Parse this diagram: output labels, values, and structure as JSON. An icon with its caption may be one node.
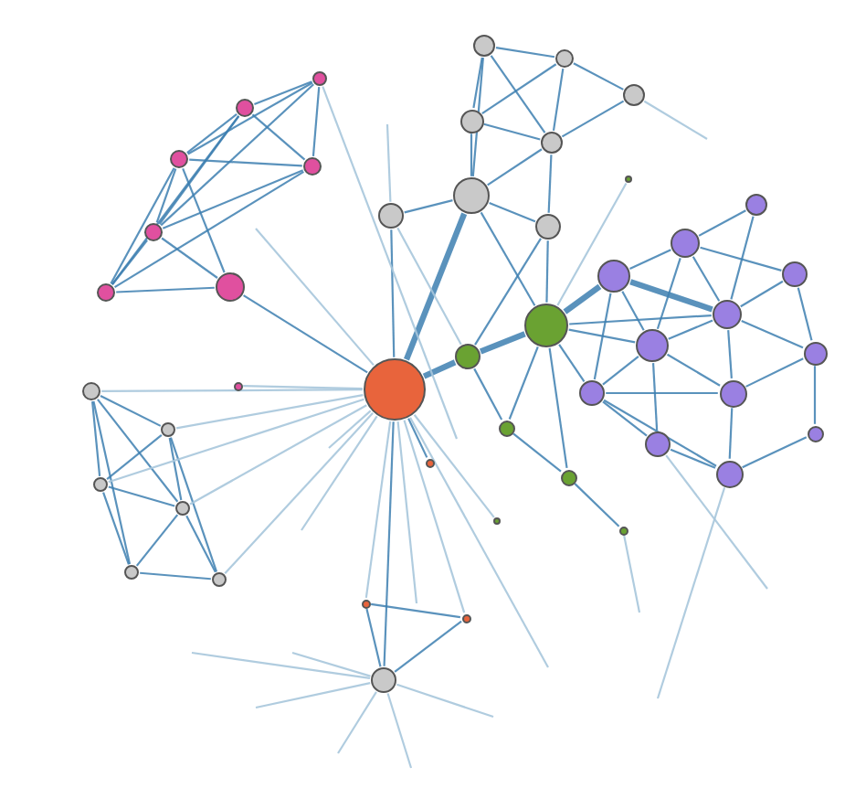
{
  "diagram": {
    "nodes": [
      {
        "text": [],
        "shape": "circle"
      },
      {
        "text": [],
        "shape": "circle"
      },
      {
        "text": [],
        "shape": "circle"
      },
      {
        "text": [],
        "shape": "circle"
      },
      {
        "text": [],
        "shape": "circle"
      },
      {
        "text": [],
        "shape": "circle"
      },
      {
        "text": [],
        "shape": "circle"
      },
      {
        "text": [],
        "shape": "circle"
      },
      {
        "text": [],
        "shape": "circle"
      },
      {
        "text": [],
        "shape": "circle"
      },
      {
        "text": [],
        "shape": "circle"
      },
      {
        "text": [],
        "shape": "circle"
      },
      {
        "text": [],
        "shape": "circle"
      },
      {
        "text": [],
        "shape": "circle"
      },
      {
        "text": [],
        "shape": "circle"
      },
      {
        "text": [],
        "shape": "circle"
      },
      {
        "text": [],
        "shape": "circle"
      },
      {
        "text": [],
        "shape": "circle"
      },
      {
        "text": [],
        "shape": "circle"
      },
      {
        "text": [],
        "shape": "circle"
      },
      {
        "text": [],
        "shape": "circle"
      },
      {
        "text": [],
        "shape": "circle"
      },
      {
        "text": [],
        "shape": "circle"
      },
      {
        "text": [],
        "shape": "circle"
      },
      {
        "text": [],
        "shape": "circle"
      },
      {
        "text": [],
        "shape": "circle"
      },
      {
        "text": [],
        "shape": "circle"
      },
      {
        "text": [],
        "shape": "circle"
      },
      {
        "text": [],
        "shape": "circle"
      },
      {
        "text": [],
        "shape": "circle"
      },
      {
        "text": [],
        "shape": "circle"
      },
      {
        "text": [],
        "shape": "circle"
      },
      {
        "text": [],
        "shape": "circle"
      },
      {
        "text": [],
        "shape": "circle"
      },
      {
        "text": [],
        "shape": "circle"
      },
      {
        "text": [],
        "shape": "circle"
      },
      {
        "text": [],
        "shape": "circle"
      },
      {
        "text": [],
        "shape": "circle"
      },
      {
        "text": [],
        "shape": "circle"
      },
      {
        "text": [],
        "shape": "circle"
      },
      {
        "text": [],
        "shape": "circle"
      },
      {
        "text": [],
        "shape": "circle"
      },
      {
        "text": [],
        "shape": "circle"
      },
      {
        "text": [],
        "shape": "circle"
      },
      {
        "text": [],
        "shape": "circle"
      },
      {
        "text": [],
        "shape": "circle"
      }
    ],
    "edges": [
      {
        "from": 0,
        "to": 1,
        "arrow": "none"
      },
      {
        "from": 0,
        "to": 2,
        "arrow": "none"
      },
      {
        "from": 0,
        "to": 3,
        "arrow": "none"
      },
      {
        "from": 0,
        "to": 4,
        "arrow": "none"
      },
      {
        "from": 1,
        "to": 2,
        "arrow": "none"
      },
      {
        "from": 1,
        "to": 3,
        "arrow": "none"
      },
      {
        "from": 1,
        "to": 4,
        "arrow": "none"
      },
      {
        "from": 1,
        "to": 5,
        "arrow": "none"
      },
      {
        "from": 2,
        "to": 3,
        "arrow": "none"
      },
      {
        "from": 2,
        "to": 4,
        "arrow": "none"
      },
      {
        "from": 2,
        "to": 5,
        "arrow": "none"
      },
      {
        "from": 3,
        "to": 4,
        "arrow": "none"
      },
      {
        "from": 3,
        "to": 5,
        "arrow": "none"
      },
      {
        "from": 4,
        "to": 5,
        "arrow": "none"
      },
      {
        "from": 4,
        "to": 6,
        "arrow": "none"
      },
      {
        "from": 5,
        "to": 6,
        "arrow": "none"
      },
      {
        "from": 2,
        "to": 6,
        "arrow": "none"
      },
      {
        "from": 6,
        "to": 14,
        "arrow": "none"
      },
      {
        "from": 7,
        "to": 14,
        "arrow": "none",
        "color": "#a7c7dc"
      },
      {
        "from": 8,
        "to": 9,
        "arrow": "none"
      },
      {
        "from": 8,
        "to": 10,
        "arrow": "none"
      },
      {
        "from": 8,
        "to": 11,
        "arrow": "none"
      },
      {
        "from": 8,
        "to": 12,
        "arrow": "none"
      },
      {
        "from": 9,
        "to": 10,
        "arrow": "none"
      },
      {
        "from": 9,
        "to": 11,
        "arrow": "none"
      },
      {
        "from": 9,
        "to": 13,
        "arrow": "none"
      },
      {
        "from": 10,
        "to": 11,
        "arrow": "none"
      },
      {
        "from": 10,
        "to": 12,
        "arrow": "none"
      },
      {
        "from": 11,
        "to": 12,
        "arrow": "none"
      },
      {
        "from": 11,
        "to": 13,
        "arrow": "none"
      },
      {
        "from": 12,
        "to": 13,
        "arrow": "none"
      },
      {
        "from": 8,
        "to": 14,
        "arrow": "none",
        "color": "#a7c7dc"
      },
      {
        "from": 9,
        "to": 14,
        "arrow": "none",
        "color": "#a7c7dc"
      },
      {
        "from": 10,
        "to": 14,
        "arrow": "none",
        "color": "#a7c7dc"
      },
      {
        "from": 11,
        "to": 14,
        "arrow": "none",
        "color": "#a7c7dc"
      },
      {
        "from": 13,
        "to": 14,
        "arrow": "none",
        "color": "#a7c7dc"
      },
      {
        "from": 22,
        "to": 23,
        "arrow": "none"
      },
      {
        "from": 22,
        "to": 25,
        "arrow": "none"
      },
      {
        "from": 22,
        "to": 26,
        "arrow": "none"
      },
      {
        "from": 22,
        "to": 27,
        "arrow": "none"
      },
      {
        "from": 23,
        "to": 24,
        "arrow": "none"
      },
      {
        "from": 23,
        "to": 26,
        "arrow": "none"
      },
      {
        "from": 23,
        "to": 25,
        "arrow": "none"
      },
      {
        "from": 24,
        "to": 26,
        "arrow": "none"
      },
      {
        "from": 25,
        "to": 26,
        "arrow": "none"
      },
      {
        "from": 25,
        "to": 27,
        "arrow": "none"
      },
      {
        "from": 26,
        "to": 27,
        "arrow": "none"
      },
      {
        "from": 26,
        "to": 29,
        "arrow": "none"
      },
      {
        "from": 27,
        "to": 28,
        "arrow": "none"
      },
      {
        "from": 27,
        "to": 29,
        "arrow": "none"
      },
      {
        "from": 27,
        "to": 16,
        "arrow": "none"
      },
      {
        "from": 28,
        "to": 14,
        "arrow": "none"
      },
      {
        "from": 27,
        "to": 14,
        "arrow": "none",
        "style": "thick"
      },
      {
        "from": 29,
        "to": 16,
        "arrow": "none"
      },
      {
        "from": 28,
        "to": 15,
        "arrow": "none",
        "color": "#a7c7dc"
      },
      {
        "from": 14,
        "to": 15,
        "arrow": "none",
        "style": "thick"
      },
      {
        "from": 15,
        "to": 16,
        "arrow": "none",
        "style": "thick"
      },
      {
        "from": 15,
        "to": 29,
        "arrow": "none"
      },
      {
        "from": 16,
        "to": 17,
        "arrow": "none"
      },
      {
        "from": 16,
        "to": 18,
        "arrow": "none"
      },
      {
        "from": 15,
        "to": 17,
        "arrow": "none"
      },
      {
        "from": 17,
        "to": 18,
        "arrow": "none"
      },
      {
        "from": 18,
        "to": 19,
        "arrow": "none"
      },
      {
        "from": 14,
        "to": 20,
        "arrow": "none",
        "color": "#a7c7dc"
      },
      {
        "from": 14,
        "to": 45,
        "arrow": "none"
      },
      {
        "from": 16,
        "to": 21,
        "arrow": "none",
        "color": "#a7c7dc"
      },
      {
        "from": 16,
        "to": 31,
        "arrow": "none",
        "style": "thick"
      },
      {
        "from": 16,
        "to": 35,
        "arrow": "none"
      },
      {
        "from": 16,
        "to": 37,
        "arrow": "none"
      },
      {
        "from": 16,
        "to": 34,
        "arrow": "none"
      },
      {
        "from": 30,
        "to": 32,
        "arrow": "none"
      },
      {
        "from": 30,
        "to": 34,
        "arrow": "none"
      },
      {
        "from": 31,
        "to": 32,
        "arrow": "none"
      },
      {
        "from": 31,
        "to": 34,
        "arrow": "none",
        "style": "thick"
      },
      {
        "from": 31,
        "to": 35,
        "arrow": "none"
      },
      {
        "from": 32,
        "to": 33,
        "arrow": "none"
      },
      {
        "from": 32,
        "to": 34,
        "arrow": "none"
      },
      {
        "from": 32,
        "to": 35,
        "arrow": "none"
      },
      {
        "from": 33,
        "to": 34,
        "arrow": "none"
      },
      {
        "from": 33,
        "to": 36,
        "arrow": "none"
      },
      {
        "from": 34,
        "to": 35,
        "arrow": "none"
      },
      {
        "from": 34,
        "to": 36,
        "arrow": "none"
      },
      {
        "from": 34,
        "to": 38,
        "arrow": "none"
      },
      {
        "from": 35,
        "to": 37,
        "arrow": "none"
      },
      {
        "from": 35,
        "to": 38,
        "arrow": "none"
      },
      {
        "from": 35,
        "to": 39,
        "arrow": "none"
      },
      {
        "from": 37,
        "to": 38,
        "arrow": "none"
      },
      {
        "from": 37,
        "to": 39,
        "arrow": "none"
      },
      {
        "from": 38,
        "to": 40,
        "arrow": "none"
      },
      {
        "from": 39,
        "to": 40,
        "arrow": "none"
      },
      {
        "from": 36,
        "to": 41,
        "arrow": "none"
      },
      {
        "from": 40,
        "to": 41,
        "arrow": "none"
      },
      {
        "from": 31,
        "to": 37,
        "arrow": "none"
      },
      {
        "from": 37,
        "to": 40,
        "arrow": "none"
      },
      {
        "from": 38,
        "to": 36,
        "arrow": "none"
      },
      {
        "from": 14,
        "to": 42,
        "arrow": "none"
      },
      {
        "from": 14,
        "to": 43,
        "arrow": "none",
        "color": "#a7c7dc"
      },
      {
        "from": 42,
        "to": 43,
        "arrow": "none"
      },
      {
        "from": 43,
        "to": 44,
        "arrow": "none"
      },
      {
        "from": 42,
        "to": 44,
        "arrow": "none"
      },
      {
        "from": 14,
        "to": 44,
        "arrow": "none",
        "color": "#a7c7dc"
      },
      {
        "from": 14,
        "to": null,
        "arrow": "none",
        "color": "#a7c7dc"
      },
      {
        "from": 14,
        "to": null,
        "arrow": "none",
        "color": "#a7c7dc"
      },
      {
        "from": 14,
        "to": null,
        "arrow": "none",
        "color": "#a7c7dc"
      },
      {
        "from": 14,
        "to": null,
        "arrow": "none",
        "color": "#a7c7dc"
      },
      {
        "from": 14,
        "to": null,
        "arrow": "none",
        "color": "#a7c7dc"
      },
      {
        "from": 42,
        "to": null,
        "arrow": "none",
        "color": "#a7c7dc"
      },
      {
        "from": 42,
        "to": null,
        "arrow": "none",
        "color": "#a7c7dc"
      },
      {
        "from": 42,
        "to": null,
        "arrow": "none",
        "color": "#a7c7dc"
      },
      {
        "from": 42,
        "to": null,
        "arrow": "none",
        "color": "#a7c7dc"
      },
      {
        "from": 42,
        "to": null,
        "arrow": "none",
        "color": "#a7c7dc"
      },
      {
        "from": 42,
        "to": null,
        "arrow": "none",
        "color": "#a7c7dc"
      },
      {
        "from": 40,
        "to": null,
        "arrow": "none",
        "color": "#a7c7dc"
      },
      {
        "from": 39,
        "to": null,
        "arrow": "none",
        "color": "#a7c7dc"
      },
      {
        "from": 19,
        "to": null,
        "arrow": "none",
        "color": "#a7c7dc"
      },
      {
        "from": 24,
        "to": null,
        "arrow": "none",
        "color": "#a7c7dc"
      },
      {
        "from": 28,
        "to": null,
        "arrow": "none",
        "color": "#a7c7dc"
      },
      {
        "from": 0,
        "to": null,
        "arrow": "none",
        "color": "#a7c7dc"
      }
    ]
  }
}
